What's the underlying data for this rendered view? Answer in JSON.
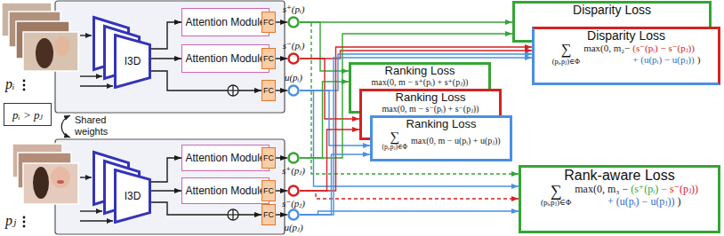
{
  "diagram": {
    "nodes": [
      {
        "text": [
          "I3D"
        ]
      },
      {
        "text": [
          "Attention Module"
        ]
      },
      {
        "text": [
          "Attention Module"
        ]
      },
      {
        "text": [
          "FC"
        ]
      },
      {
        "text": [
          "FC"
        ]
      },
      {
        "text": [
          "FC"
        ]
      },
      {
        "text": [
          "s⁺(pᵢ)"
        ]
      },
      {
        "text": [
          "s⁻(pᵢ)"
        ]
      },
      {
        "text": [
          "u(pᵢ)"
        ]
      },
      {
        "text": [
          "pᵢ > pⱼ"
        ]
      },
      {
        "text": [
          "I3D"
        ]
      },
      {
        "text": [
          "Attention Module"
        ]
      },
      {
        "text": [
          "Attention Module"
        ]
      },
      {
        "text": [
          "FC"
        ]
      },
      {
        "text": [
          "FC"
        ]
      },
      {
        "text": [
          "FC"
        ]
      },
      {
        "text": [
          "s⁺(pⱼ)"
        ]
      },
      {
        "text": [
          "s⁻(pⱼ)"
        ]
      },
      {
        "text": [
          "u(pⱼ)"
        ]
      },
      {
        "text": [
          "Disparity Loss"
        ]
      },
      {
        "text": [
          "Disparity Loss",
          "∑",
          "(pᵢ,pⱼ)∈Φ",
          "max(0, m₂−",
          "(s⁻(pᵢ) − s⁻(pⱼ))",
          "+ (u(pᵢ) − u(pⱼ))",
          ")"
        ]
      },
      {
        "text": [
          "Ranking Loss",
          "max(0, m − s⁺(pᵢ) + s⁺(pⱼ))"
        ]
      },
      {
        "text": [
          "Ranking Loss",
          "max(0, m − s⁻(pᵢ) + s⁻(pⱼ))"
        ]
      },
      {
        "text": [
          "Ranking Loss",
          "∑",
          "(pᵢ,pⱼ)∈Φ",
          "max(0, m − u(pᵢ) + u(pⱼ))"
        ]
      },
      {
        "text": [
          "Rank-aware Loss",
          "∑",
          "(pᵢ,pⱼ)∈Φ",
          "max(0,",
          "m₃ −",
          "(s⁺(pᵢ) −",
          "s⁻(pⱼ))",
          "+ (u(pᵢ) − u(pⱼ))",
          ")"
        ]
      }
    ],
    "edges": [
      {
        "from": 0,
        "to": 1,
        "arrow": "to"
      },
      {
        "from": 0,
        "to": 2,
        "arrow": "to"
      },
      {
        "from": 0,
        "to": 5,
        "arrow": "to"
      },
      {
        "from": 1,
        "to": 3,
        "arrow": "to"
      },
      {
        "from": 2,
        "to": 4,
        "arrow": "to"
      },
      {
        "from": 3,
        "to": 6,
        "arrow": "to"
      },
      {
        "from": 4,
        "to": 7,
        "arrow": "to"
      },
      {
        "from": 5,
        "to": 8,
        "arrow": "to"
      },
      {
        "from": 10,
        "to": 11,
        "arrow": "to"
      },
      {
        "from": 10,
        "to": 12,
        "arrow": "to"
      },
      {
        "from": 10,
        "to": 15,
        "arrow": "to"
      },
      {
        "from": 11,
        "to": 13,
        "arrow": "to"
      },
      {
        "from": 12,
        "to": 14,
        "arrow": "to"
      },
      {
        "from": 13,
        "to": 16,
        "arrow": "to"
      },
      {
        "from": 14,
        "to": 17,
        "arrow": "to"
      },
      {
        "from": 15,
        "to": 18,
        "arrow": "to"
      },
      {
        "from": 6,
        "to": 21,
        "arrow": "to"
      },
      {
        "from": 6,
        "to": 19,
        "arrow": "to"
      },
      {
        "from": 6,
        "to": 24,
        "arrow": "to"
      },
      {
        "from": 7,
        "to": 22,
        "arrow": "to"
      },
      {
        "from": 7,
        "to": 20,
        "arrow": "to"
      },
      {
        "from": 8,
        "to": 23,
        "arrow": "to"
      },
      {
        "from": 8,
        "to": 20,
        "arrow": "to"
      },
      {
        "from": 8,
        "to": 24,
        "arrow": "to"
      },
      {
        "from": 16,
        "to": 21,
        "arrow": "to"
      },
      {
        "from": 16,
        "to": 19,
        "arrow": "to"
      },
      {
        "from": 17,
        "to": 22,
        "arrow": "to"
      },
      {
        "from": 17,
        "to": 20,
        "arrow": "to"
      },
      {
        "from": 17,
        "to": 24,
        "arrow": "to"
      },
      {
        "from": 18,
        "to": 23,
        "arrow": "to"
      },
      {
        "from": 18,
        "to": 20,
        "arrow": "to"
      },
      {
        "from": 18,
        "to": 24,
        "arrow": "to"
      }
    ],
    "labels": [
      "pᵢ",
      "Shared weights",
      "pⱼ"
    ]
  }
}
